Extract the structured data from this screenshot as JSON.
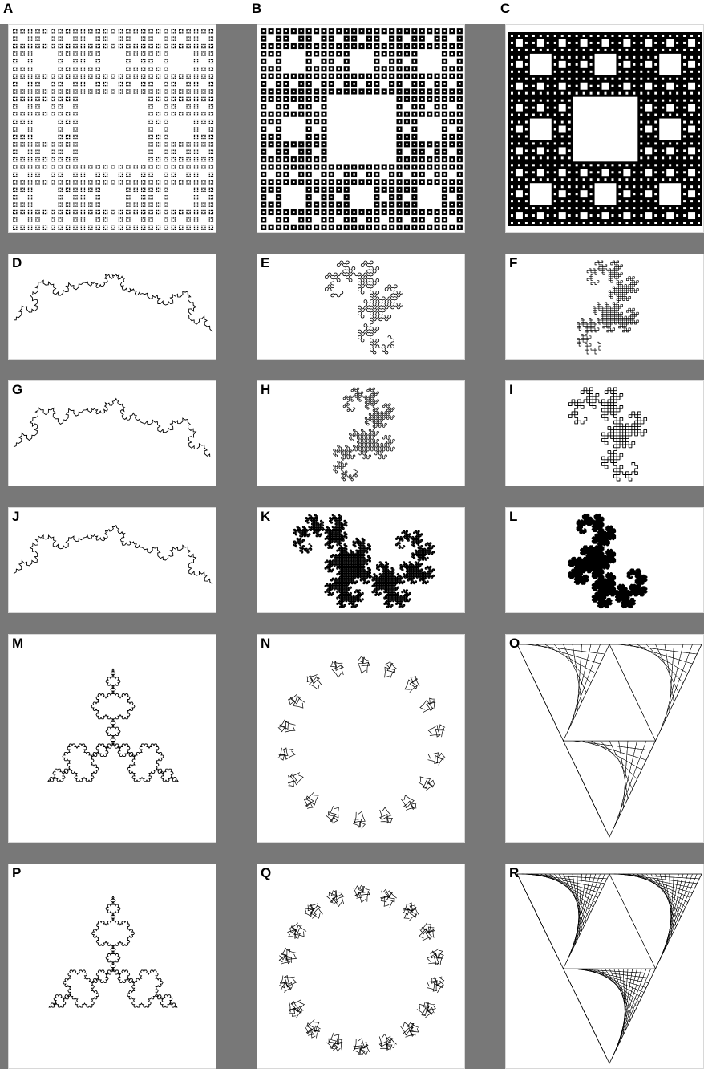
{
  "figure": {
    "panels": [
      {
        "label": "A",
        "kind": "carpet",
        "variant": "sparse"
      },
      {
        "label": "B",
        "kind": "carpet",
        "variant": "medium"
      },
      {
        "label": "C",
        "kind": "carpet",
        "variant": "dense"
      },
      {
        "label": "D",
        "kind": "dragon",
        "variant": "smooth-1"
      },
      {
        "label": "E",
        "kind": "dragon",
        "variant": "curly-1"
      },
      {
        "label": "F",
        "kind": "dragon",
        "variant": "square-1"
      },
      {
        "label": "G",
        "kind": "dragon",
        "variant": "smooth-2"
      },
      {
        "label": "H",
        "kind": "dragon",
        "variant": "curly-2"
      },
      {
        "label": "I",
        "kind": "dragon",
        "variant": "square-2"
      },
      {
        "label": "J",
        "kind": "dragon",
        "variant": "smooth-3"
      },
      {
        "label": "K",
        "kind": "dragon",
        "variant": "curly-3"
      },
      {
        "label": "L",
        "kind": "dragon",
        "variant": "filled-3"
      },
      {
        "label": "M",
        "kind": "snowflake",
        "variant": "koch-1"
      },
      {
        "label": "N",
        "kind": "snowflake",
        "variant": "gosper-1"
      },
      {
        "label": "O",
        "kind": "triangle",
        "variant": "sierpinski-1"
      },
      {
        "label": "P",
        "kind": "snowflake",
        "variant": "koch-2"
      },
      {
        "label": "Q",
        "kind": "snowflake",
        "variant": "gosper-2"
      },
      {
        "label": "R",
        "kind": "triangle",
        "variant": "sierpinski-2"
      }
    ]
  },
  "colors": {
    "background": "#787878",
    "panel": "#ffffff",
    "ink": "#000000"
  }
}
